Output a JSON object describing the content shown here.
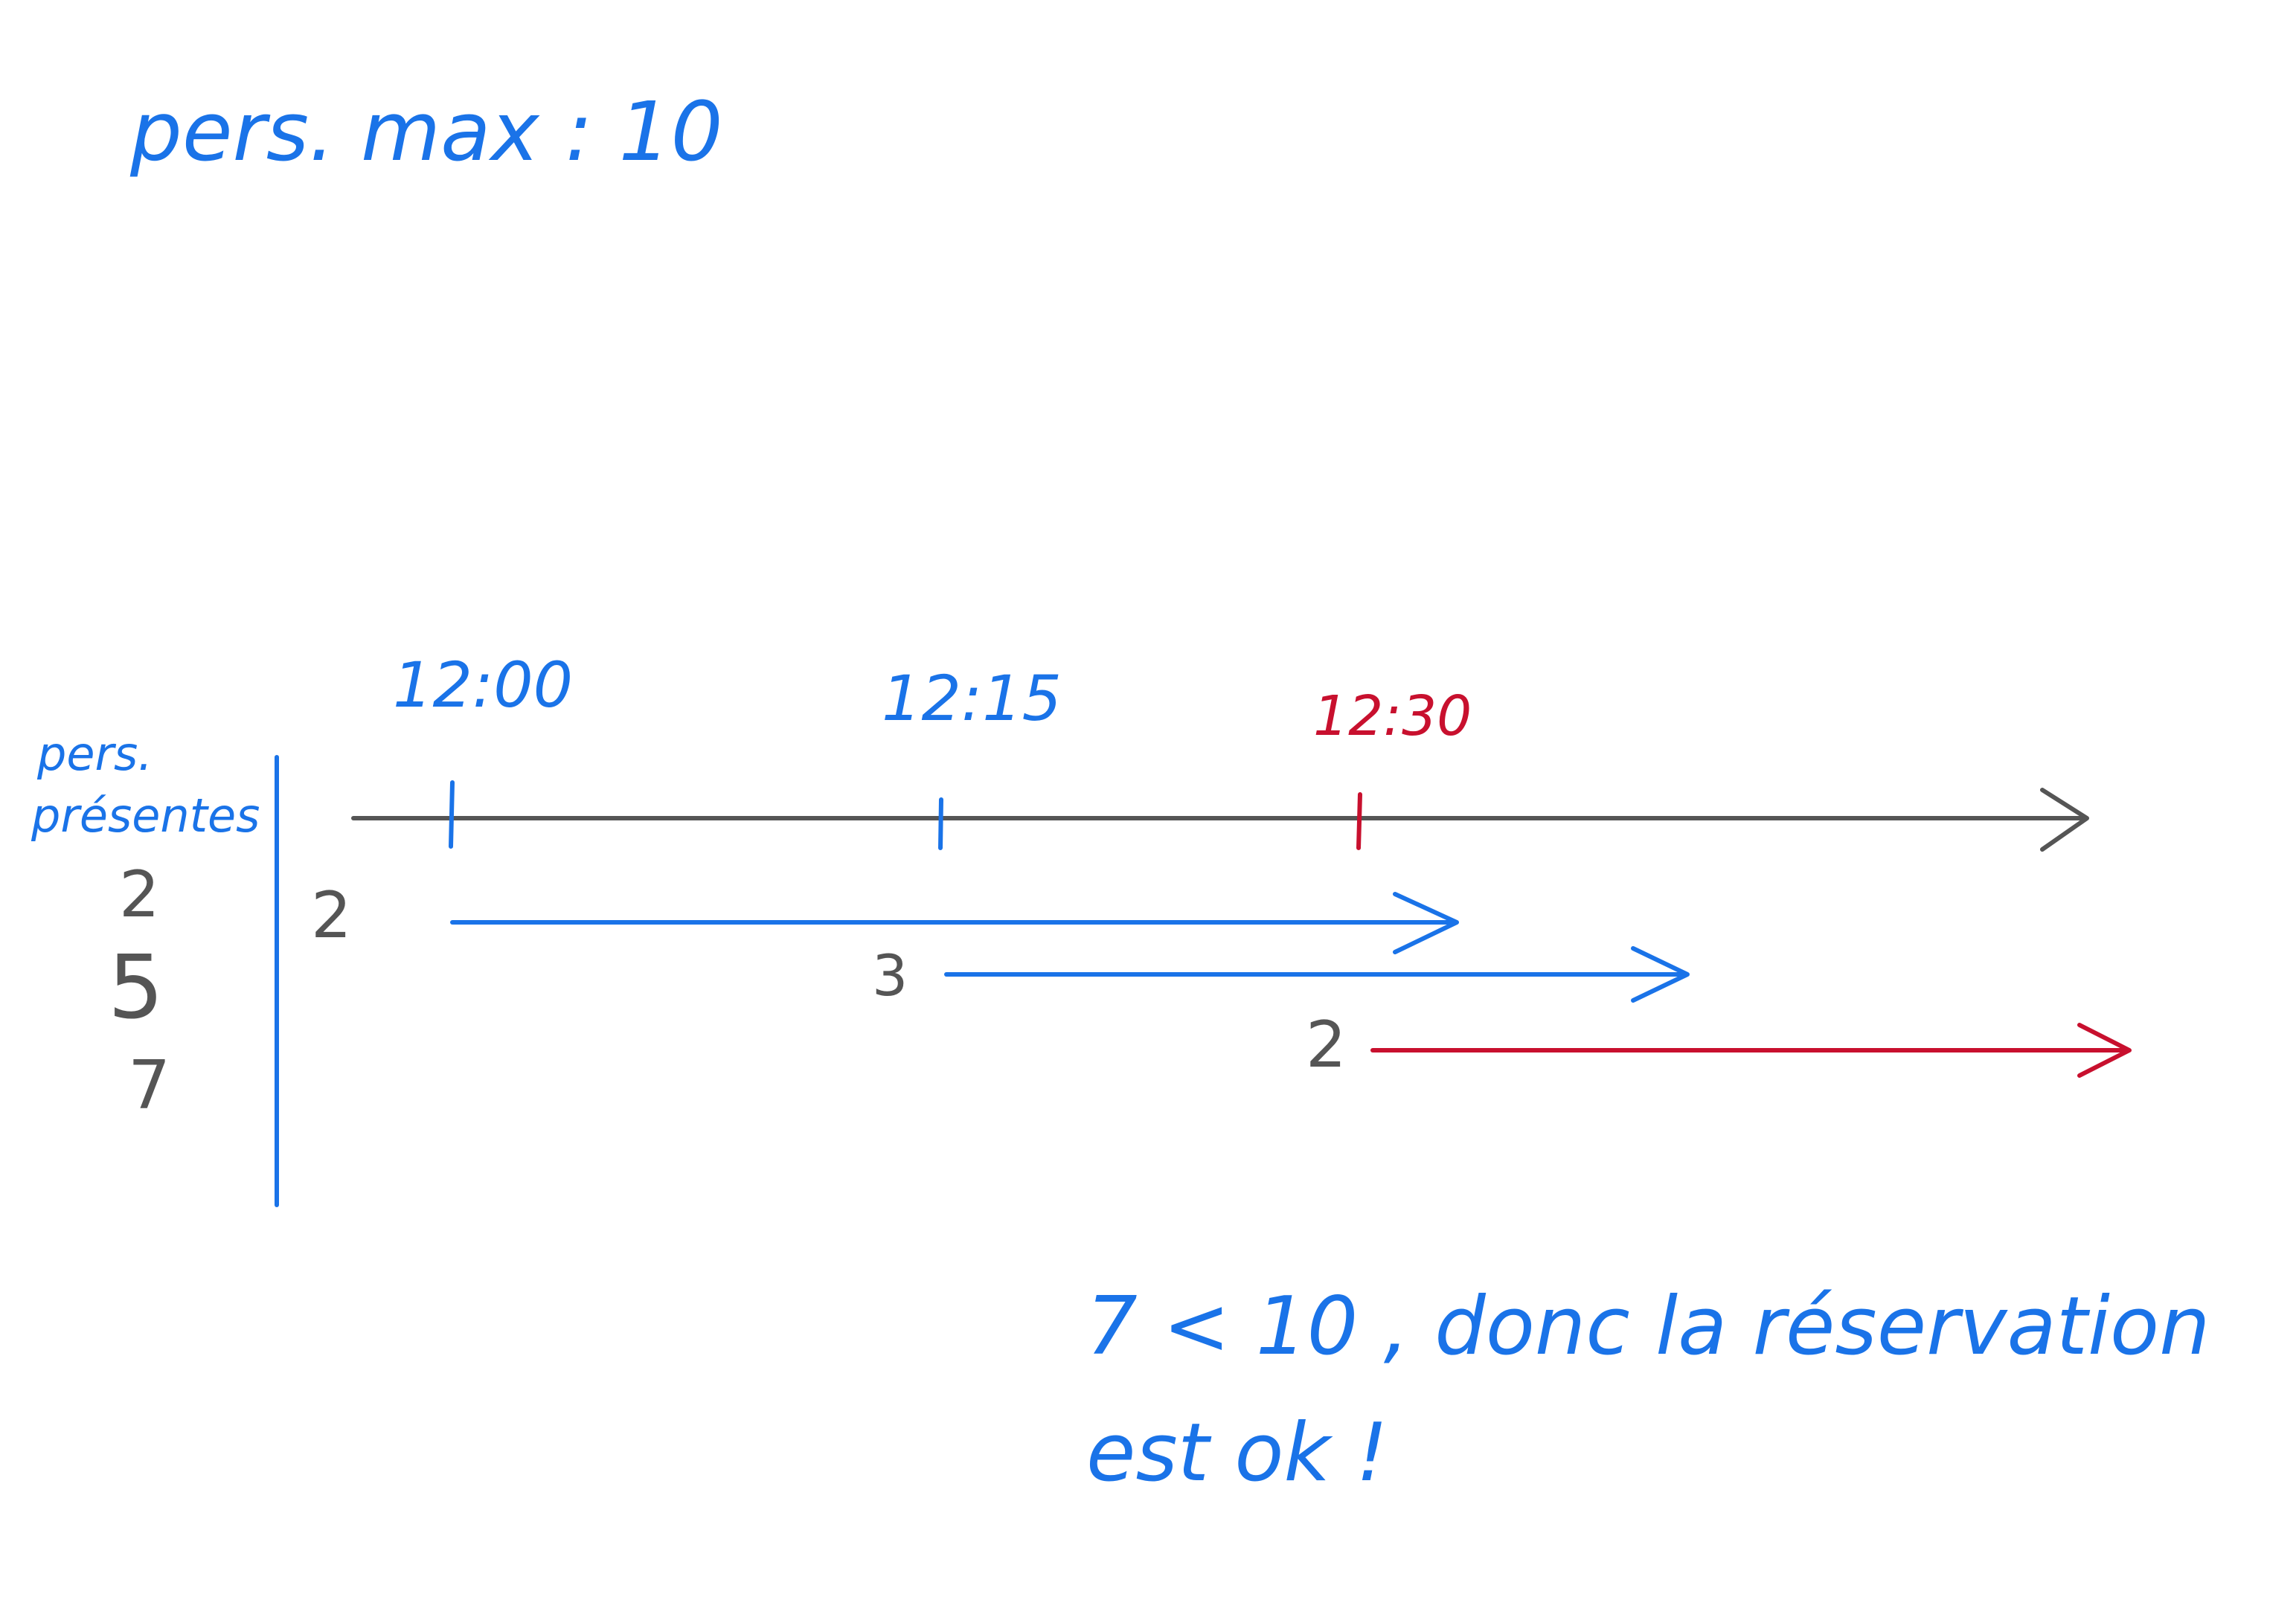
{
  "colors": {
    "blue": "#1a73e8",
    "red": "#c8102e",
    "grey": "#555555"
  },
  "header": {
    "capacity_note": "pers. max : 10"
  },
  "side_column": {
    "label_line1": "pers.",
    "label_line2": "présentes",
    "counts": [
      "2",
      "5",
      "7"
    ]
  },
  "timeline": {
    "ticks": [
      {
        "label": "12:00",
        "color": "blue"
      },
      {
        "label": "12:15",
        "color": "blue"
      },
      {
        "label": "12:30",
        "color": "red"
      }
    ]
  },
  "reservations": [
    {
      "count": "2",
      "start": "12:00",
      "color": "blue"
    },
    {
      "count": "3",
      "start": "12:15",
      "color": "blue"
    },
    {
      "count": "2",
      "start": "12:30",
      "color": "red"
    }
  ],
  "conclusion": {
    "line1": "7 < 10 , donc la réservation",
    "line2": "est ok !"
  }
}
